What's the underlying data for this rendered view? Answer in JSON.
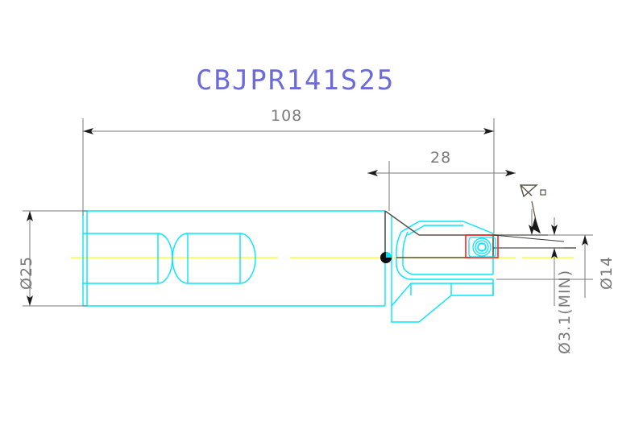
{
  "drawing": {
    "title": "CBJPR141S25",
    "title_color": "#6b6bdd",
    "body_color": "#00e5ff",
    "insert_color": "#ff2020",
    "edge_color": "#5a5248",
    "centerline_color": "#ffff66",
    "dimension_color": "#7a7a7a",
    "node_color": "#000000",
    "background": "#ffffff"
  },
  "dimensions": {
    "overall_length": "108",
    "head_length": "28",
    "shank_diameter": "Ø25",
    "head_diameter": "Ø14",
    "min_bore": "Ø3.1(MIN)",
    "angle_symbol": "∠",
    "angle_unit": "°"
  },
  "icons": {
    "angle": "angle-symbol-icon",
    "degree": "degree-mark-icon",
    "node": "center-node-icon",
    "screw": "insert-screw-icon"
  }
}
